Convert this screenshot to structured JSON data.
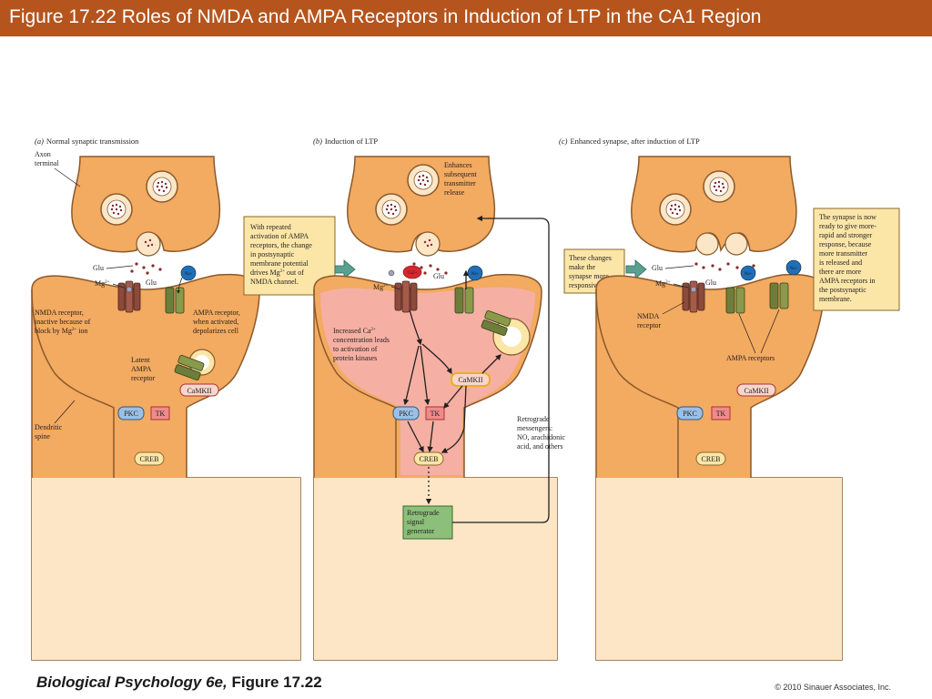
{
  "title": "Figure 17.22  Roles of NMDA and AMPA Receptors in Induction of LTP in the CA1 Region",
  "footer": {
    "book": "Biological Psychology 6e,",
    "figure": " Figure 17.22",
    "copyright": "© 2010 Sinauer Associates, Inc."
  },
  "colors": {
    "title_bar": "#b5541c",
    "neuron_fill": "#f3aa61",
    "ltp_fill": "#f5b0a3",
    "nmda_receptor": "#8c4a3d",
    "ampa_receptor": "#6e7d3a",
    "note_box": "#fbe6a8",
    "retrograde_box": "#8cbf7a"
  },
  "panels": {
    "a": {
      "letter": "(a)",
      "heading": "Normal synaptic transmission",
      "axon_terminal": "Axon\nterminal",
      "glu": "Glu",
      "glu2": "Glu",
      "mg": "Mg",
      "mg_sup": "2+",
      "na": "Na+",
      "nmda_label_1": "NMDA receptor,",
      "nmda_label_2": "inactive because of",
      "nmda_label_3": "block by Mg",
      "nmda_label_3_sup": "2+",
      "nmda_label_3_end": " ion",
      "ampa_label_1": "AMPA receptor,",
      "ampa_label_2": "when activated,",
      "ampa_label_3": "depolarizes cell",
      "latent_1": "Latent",
      "latent_2": "AMPA",
      "latent_3": "receptor",
      "camkii": "CaMKII",
      "pkc": "PKC",
      "tk": "TK",
      "creb": "CREB",
      "dendritic_1": "Dendritic",
      "dendritic_2": "spine"
    },
    "note_ab": {
      "lines": [
        "With repeated",
        "activation of AMPA",
        "receptors, the change",
        "in postsynaptic",
        "membrane potential",
        "drives Mg",
        "out of",
        "NMDA channel."
      ],
      "sup": "2+"
    },
    "b": {
      "letter": "(b)",
      "heading": "Induction of LTP",
      "enhances": [
        "Enhances",
        "subsequent",
        "transmitter",
        "release"
      ],
      "ca": "Ca2+",
      "glu": "Glu",
      "mg": "Mg",
      "mg_sup": "2+",
      "na": "Na+",
      "increased": [
        "Increased Ca",
        "concentration leads",
        "to activation of",
        "protein kinases"
      ],
      "increased_sup": "2+",
      "camkii": "CaMKII",
      "pkc": "PKC",
      "tk": "TK",
      "creb": "CREB",
      "retro_gen": [
        "Retrograde",
        "signal",
        "generator"
      ],
      "retro_msg": [
        "Retrograde",
        "messengers:",
        "NO, arachidonic",
        "acid, and others"
      ]
    },
    "note_bc": {
      "lines": [
        "These changes",
        "make the",
        "synapse more",
        "responsive."
      ]
    },
    "c": {
      "letter": "(c)",
      "heading": "Enhanced synapse, after induction of LTP",
      "glu": "Glu",
      "glu2": "Glu",
      "mg": "Mg",
      "mg_sup": "2+",
      "na": "Na+",
      "na2": "Na+",
      "nmda": [
        "NMDA",
        "receptor"
      ],
      "ampa_receptors": "AMPA receptors",
      "camkii": "CaMKII",
      "pkc": "PKC",
      "tk": "TK",
      "creb": "CREB"
    },
    "note_c": {
      "lines": [
        "The synapse is now",
        "ready to give more-",
        "rapid and stronger",
        "response, because",
        "more transmitter",
        "is released and",
        "there are more",
        "AMPA receptors in",
        "the postsynaptic",
        "membrane."
      ]
    }
  }
}
